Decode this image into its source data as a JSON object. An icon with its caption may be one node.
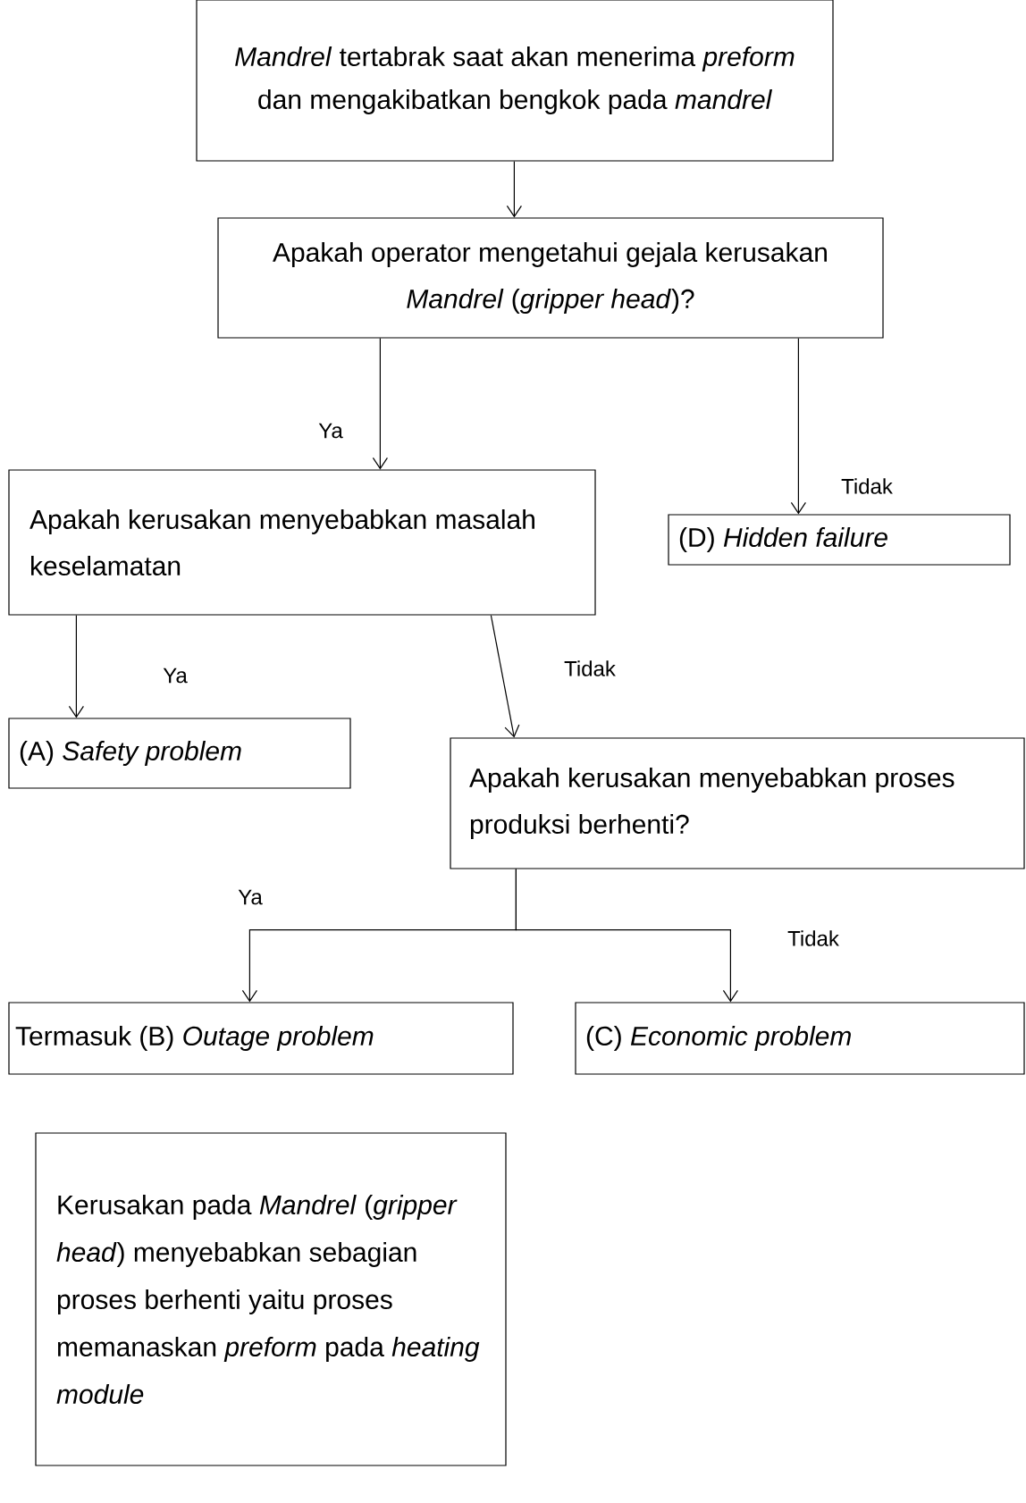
{
  "diagram": {
    "nodes": [
      {
        "text": [
          "*Mandrel* tertabrak saat akan menerima *preform* dan mengakibatkan bengkok pada *mandrel*"
        ]
      },
      {
        "text": [
          "Apakah operator mengetahui gejala kerusakan *Mandrel* (*gripper head*)?"
        ]
      },
      {
        "text": [
          "Apakah kerusakan menyebabkan masalah keselamatan"
        ]
      },
      {
        "text": [
          "(D) *Hidden failure*"
        ]
      },
      {
        "text": [
          "(A) *Safety problem*"
        ]
      },
      {
        "text": [
          "Apakah kerusakan menyebabkan proses produksi berhenti?"
        ]
      },
      {
        "text": [
          "Termasuk (B) *Outage problem*"
        ]
      },
      {
        "text": [
          "(C) *Economic problem*"
        ]
      },
      {
        "text": [
          "Kerusakan pada *Mandrel* (*gripper head*) menyebabkan sebagian proses berhenti yaitu proses memanaskan *preform* pada *heating module*"
        ]
      }
    ],
    "edges": [
      {
        "from": 0,
        "to": 1,
        "arrow": "to"
      },
      {
        "from": 1,
        "to": 2,
        "arrow": "to",
        "label": "Ya"
      },
      {
        "from": 1,
        "to": 3,
        "arrow": "to",
        "label": "Tidak"
      },
      {
        "from": 2,
        "to": 4,
        "arrow": "to",
        "label": "Ya"
      },
      {
        "from": 2,
        "to": 5,
        "arrow": "to",
        "label": "Tidak"
      },
      {
        "from": 5,
        "to": 6,
        "arrow": "to",
        "label": "Ya"
      },
      {
        "from": 5,
        "to": 7,
        "arrow": "to",
        "label": "Tidak"
      }
    ]
  }
}
